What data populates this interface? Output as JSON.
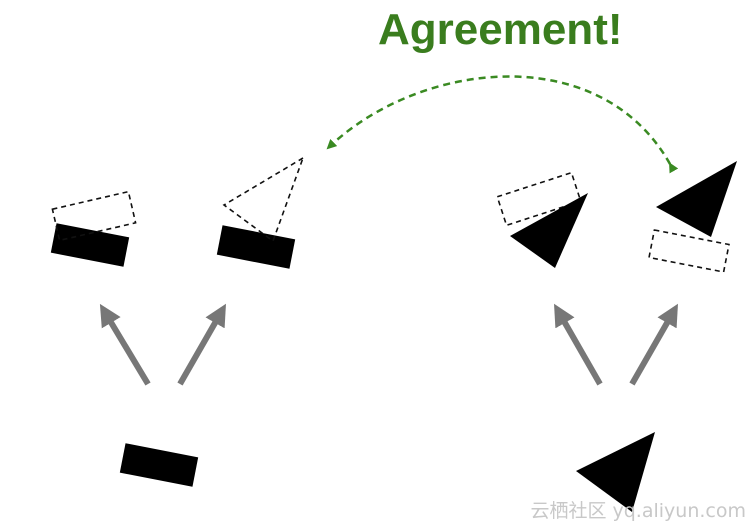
{
  "headline": {
    "text": "Agreement!"
  },
  "watermark": {
    "text": "云栖社区 yq.aliyun.com"
  },
  "colors": {
    "headline": "#3a7d1e",
    "agreement_arrow": "#3a8a22",
    "vote_arrow": "#777777",
    "part_fill": "#000000",
    "dashed_outline": "#111111",
    "watermark": "#c8c8c8"
  },
  "icons": {
    "rectangle_part": "filled-black-rectangle",
    "triangle_part": "filled-black-triangle",
    "predicted_pose": "dashed-outline"
  }
}
